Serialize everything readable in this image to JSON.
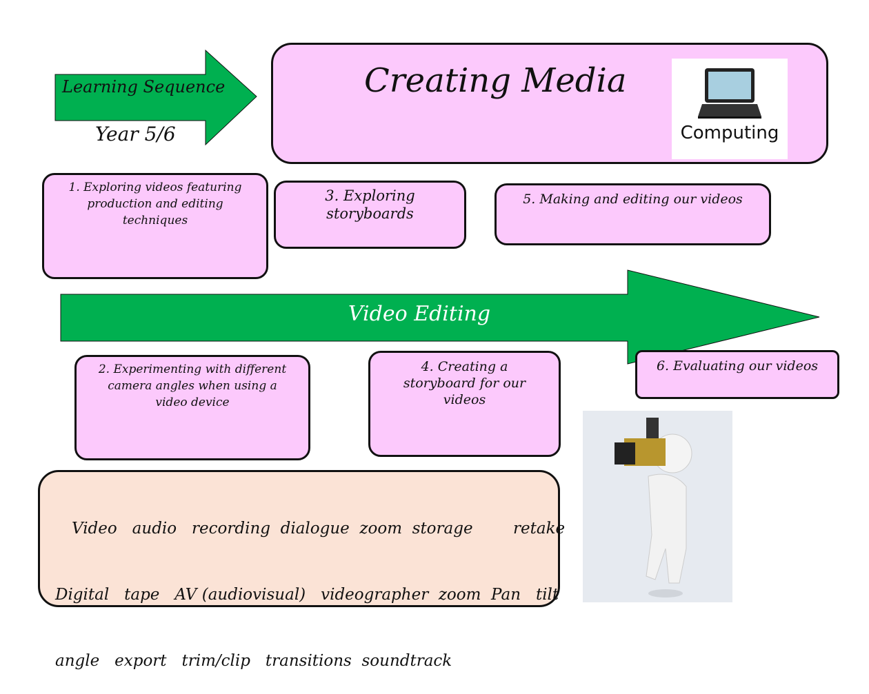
{
  "header": {
    "sequence_label": "Learning Sequence",
    "year_label": "Year 5/6",
    "title": "Creating Media",
    "subject_badge": "Computing",
    "subject_icon": "laptop-icon"
  },
  "timeline": {
    "label": "Video Editing",
    "color": "#00b050"
  },
  "lessons": [
    {
      "text": "1.   Exploring videos featuring production and editing techniques"
    },
    {
      "text": "2. Experimenting with different camera angles when using a video device"
    },
    {
      "text": "3. Exploring storyboards"
    },
    {
      "text": "4. Creating a storyboard for our videos"
    },
    {
      "text": "5. Making and editing our videos"
    },
    {
      "text": "6. Evaluating our videos"
    }
  ],
  "vocabulary": {
    "lines": [
      "Video   audio   recording  dialogue  zoom  storage        retake",
      "Digital   tape   AV (audiovisual)   videographer  zoom  Pan   tilt",
      "angle   export   trim/clip   transitions  soundtrack"
    ]
  },
  "colors": {
    "box": "#fcc9fc",
    "vocab": "#fbe3d6",
    "arrow": "#00b050"
  }
}
